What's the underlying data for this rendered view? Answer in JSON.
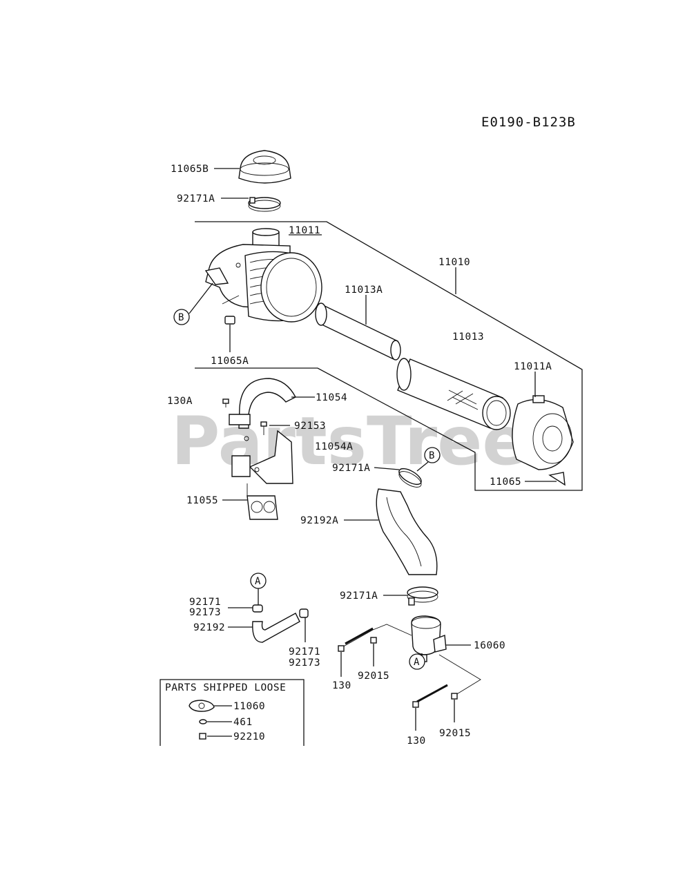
{
  "diagram_code": "E0190-B123B",
  "watermark": "PartsTree",
  "labels": {
    "p11065B": "11065B",
    "p92171A_top": "92171A",
    "p11011": "11011",
    "p11010": "11010",
    "p11013A": "11013A",
    "p11013": "11013",
    "p11011A": "11011A",
    "p11065A": "11065A",
    "p130A": "130A",
    "p11054": "11054",
    "p92153": "92153",
    "p11054A": "11054A",
    "p92171A_mid": "92171A",
    "p11065": "11065",
    "p11055": "11055",
    "p92192A": "92192A",
    "p92171A_low": "92171A",
    "p92171_a": "92171",
    "p92173_a": "92173",
    "p92192": "92192",
    "p92171_b": "92171",
    "p92173_b": "92173",
    "p16060": "16060",
    "p130_a": "130",
    "p92015_a": "92015",
    "p130_b": "130",
    "p92015_b": "92015"
  },
  "callouts": {
    "b1": "B",
    "b2": "B",
    "a1": "A",
    "a2": "A"
  },
  "loose_box": {
    "title": "PARTS SHIPPED LOOSE",
    "items": [
      "11060",
      "461",
      "92210"
    ]
  }
}
